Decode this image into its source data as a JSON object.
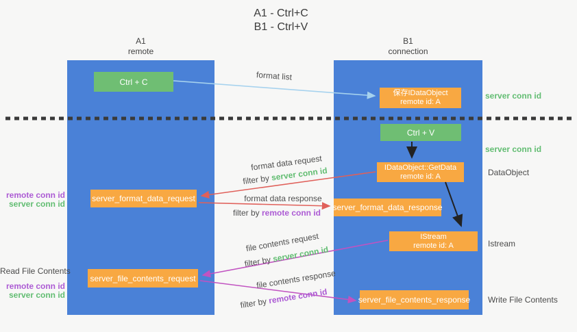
{
  "title": {
    "line1": "A1 - Ctrl+C",
    "line2": "B1 - Ctrl+V"
  },
  "lanes": {
    "left": {
      "name": "A1",
      "role": "remote"
    },
    "right": {
      "name": "B1",
      "role": "connection"
    }
  },
  "nodes": {
    "ctrl_c": {
      "label": "Ctrl + C"
    },
    "ctrl_v": {
      "label": "Ctrl + V"
    },
    "save_idataobject": {
      "line1": "保存IDataObject",
      "line2": "remote id: A"
    },
    "idataobject_getdata": {
      "line1": "IDataObject::GetData",
      "line2": "remote id: A"
    },
    "istream": {
      "line1": "IStream",
      "line2": "remote id: A"
    },
    "server_format_data_request": {
      "label": "server_format_data_request"
    },
    "server_format_data_response": {
      "label": "server_format_data_response"
    },
    "server_file_contents_request": {
      "label": "server_file_contents_request"
    },
    "server_file_contents_response": {
      "label": "server_file_contents_response"
    }
  },
  "flows": {
    "format_list": {
      "label": "format list"
    },
    "format_data_request": {
      "label": "format data request",
      "filter_prefix": "filter by ",
      "filter_key": "server conn id"
    },
    "format_data_response": {
      "label": "format data response",
      "filter_prefix": "filter by ",
      "filter_key": "remote conn id"
    },
    "file_contents_request": {
      "label": "file contents request",
      "filter_prefix": "filter by ",
      "filter_key": "server conn id"
    },
    "file_contents_response": {
      "label": "file contents response",
      "filter_prefix": "filter by ",
      "filter_key": "remote conn id"
    }
  },
  "annotations": {
    "server_conn_id_top_right": "server conn id",
    "server_conn_id_mid_right": "server conn id",
    "dataobject": "DataObject",
    "istream": "Istream",
    "write_file_contents": "Write File Contents",
    "read_file_contents": "Read File Contents",
    "format_remote_conn_id": "remote conn id",
    "format_server_conn_id": "server conn id",
    "file_remote_conn_id": "remote conn id",
    "file_server_conn_id": "server conn id"
  },
  "colors": {
    "lane_blue": "#4a81d7",
    "node_green": "#6fbe73",
    "node_orange": "#f8a842",
    "arrow_blue": "#a6d2ee",
    "arrow_red": "#e0605a",
    "arrow_magenta": "#c153c1",
    "label_green": "#62bd72",
    "label_purple": "#ac5bd4",
    "dotted_line": "#3a3a3a"
  }
}
